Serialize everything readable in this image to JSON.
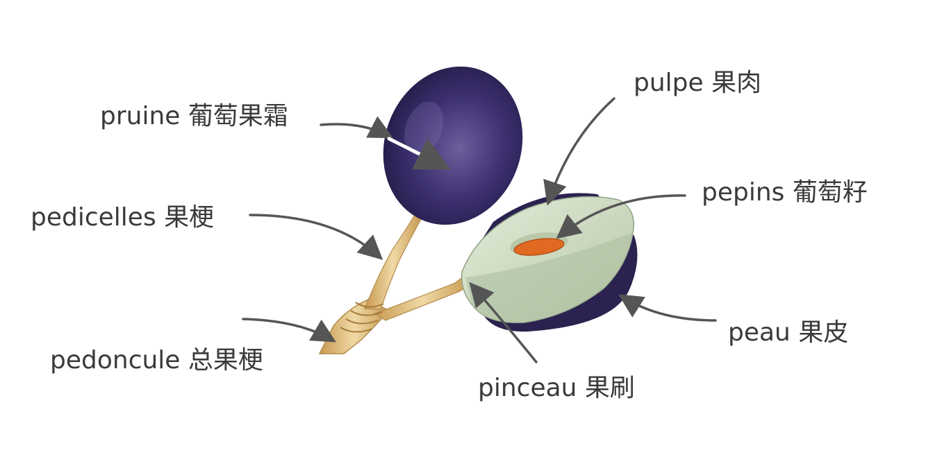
{
  "labels": {
    "pruine": "pruine 葡萄果霜",
    "pulpe": "pulpe 果肉",
    "pepins": "pepins 葡萄籽",
    "pedicelles": "pedicelles 果梗",
    "peau": "peau 果皮",
    "pedoncule": "pedoncule 总果梗",
    "pinceau": "pinceau 果刷"
  },
  "colors": {
    "grape_skin": "#2e2458",
    "grape_highlight": "#7a6ca8",
    "pulp": "#c9d7bf",
    "seed": "#e06a22",
    "stem": "#e3c48a",
    "arrow": "#555555",
    "text": "#3a3a3a"
  }
}
